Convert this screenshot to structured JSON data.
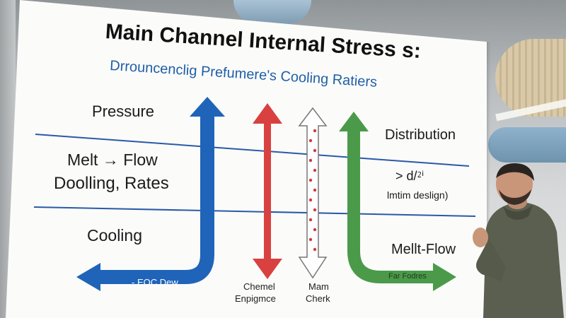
{
  "board": {
    "title": "Main Channel Internal Stress s:",
    "subtitle": "Drrouncenclig Prefumere's Cooling Ratiers",
    "left_labels": {
      "pressure": "Pressure",
      "melt_flow": "Melt → Flow",
      "doolling": "Doolling, Rates",
      "cooling": "Cooling"
    },
    "right_labels": {
      "distribution": "Distribution",
      "formula": "> d/⁲ⁱ",
      "design": "lmtim deslign)",
      "melt_flow": "Mellt-Flow"
    },
    "arrow_labels": {
      "blue": "- EOC Dew",
      "red_line1": "Chemel",
      "red_line2": "Enpigmce",
      "dotted_line1": "Mam",
      "dotted_line2": "Cherk",
      "green": "Far Fodres"
    }
  },
  "colors": {
    "blue_arrow": "#1f64b8",
    "red_arrow": "#d8413f",
    "green_arrow": "#4a9a4a",
    "dots": "#d03a3a",
    "subtitle": "#1f5fa6",
    "divider": "#2a5aa8"
  }
}
